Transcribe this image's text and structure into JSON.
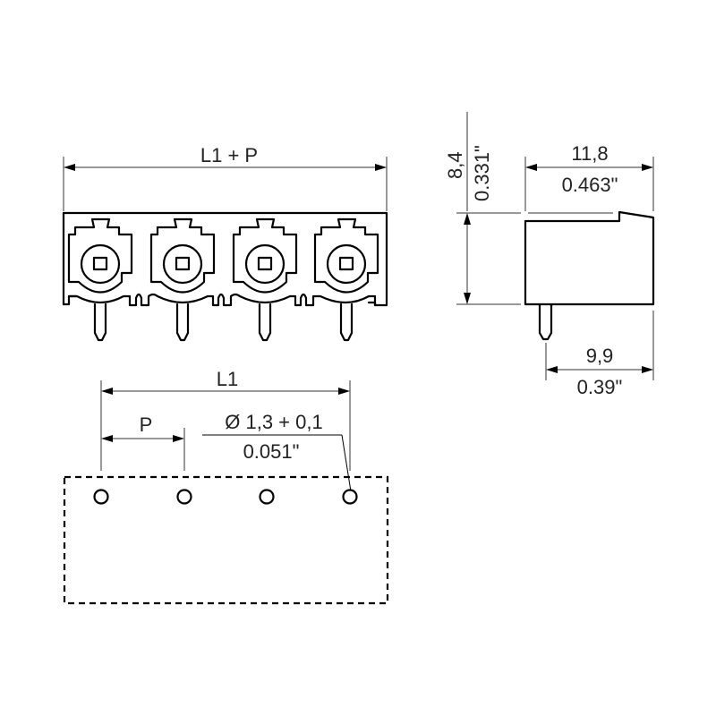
{
  "drawing": {
    "front_view": {
      "overall_length_label": "L1 + P",
      "positions": 4
    },
    "side_view": {
      "height": {
        "metric": "8,4",
        "imperial": "0.331\""
      },
      "depth": {
        "metric": "11,8",
        "imperial": "0.463\""
      },
      "pin_offset": {
        "metric": "9,9",
        "imperial": "0.39\""
      }
    },
    "footprint_view": {
      "pin_span_label": "L1",
      "pitch_label": "P",
      "hole_diameter": {
        "metric": "Ø 1,3 + 0,1",
        "imperial": "0.051\""
      },
      "hole_count": 4
    },
    "colors": {
      "line": "#000000",
      "dimension": "#333333",
      "background": "#ffffff"
    }
  }
}
